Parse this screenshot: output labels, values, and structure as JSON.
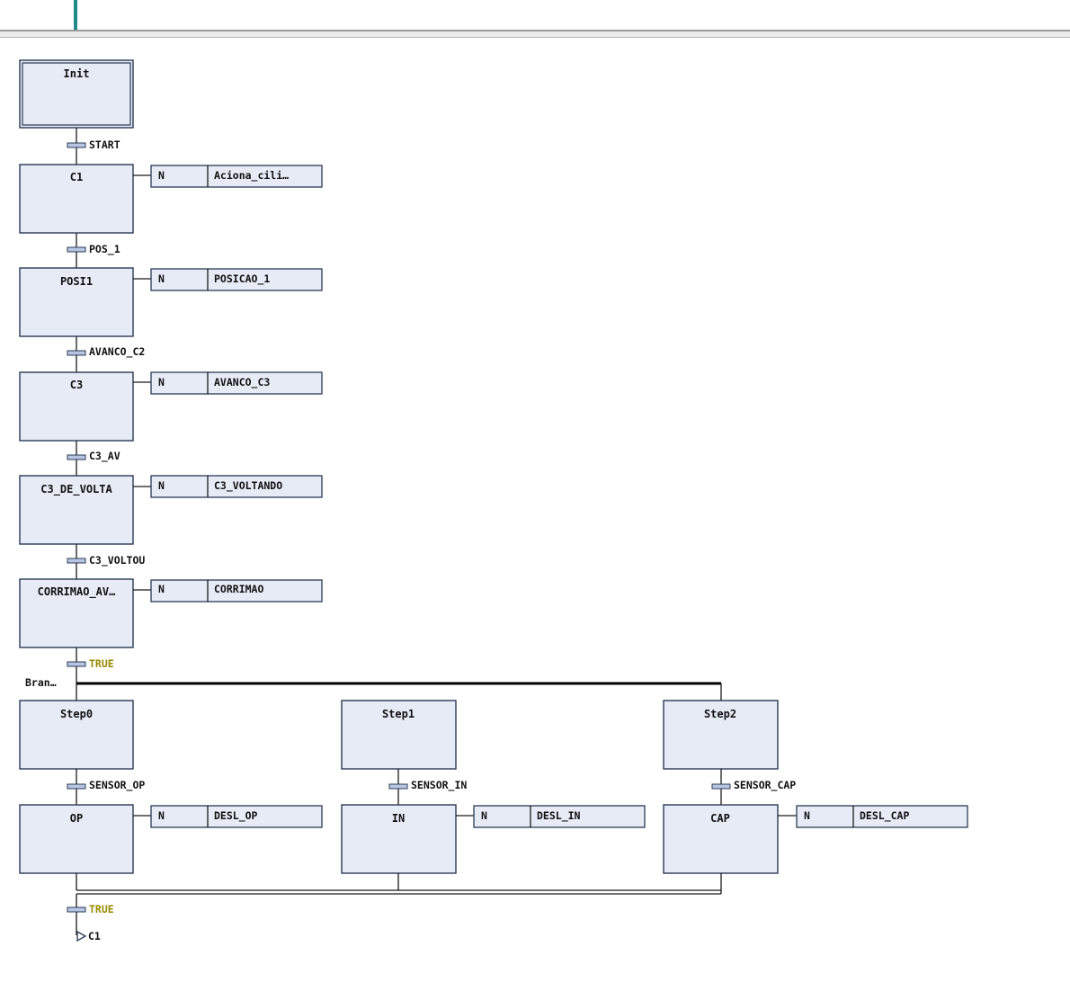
{
  "steps": {
    "init": "Init",
    "c1": "C1",
    "posi1": "POSI1",
    "c3": "C3",
    "c3_de_volta": "C3_DE_VOLTA",
    "corrimao": "CORRIMAO_AV…",
    "step0": "Step0",
    "step1": "Step1",
    "step2": "Step2",
    "op": "OP",
    "in": "IN",
    "cap": "CAP"
  },
  "transitions": {
    "start": "START",
    "pos_1": "POS_1",
    "avanco_c2": "AVANCO_C2",
    "c3_av": "C3_AV",
    "c3_voltou": "C3_VOLTOU",
    "true_1": "TRUE",
    "sensor_op": "SENSOR_OP",
    "sensor_in": "SENSOR_IN",
    "sensor_cap": "SENSOR_CAP",
    "true_2": "TRUE"
  },
  "actions": {
    "c1": {
      "qualifier": "N",
      "name": "Aciona_cili…"
    },
    "posi1": {
      "qualifier": "N",
      "name": "POSICAO_1"
    },
    "c3": {
      "qualifier": "N",
      "name": "AVANCO_C3"
    },
    "c3_de_volta": {
      "qualifier": "N",
      "name": "C3_VOLTANDO"
    },
    "corrimao": {
      "qualifier": "N",
      "name": "CORRIMAO"
    },
    "op": {
      "qualifier": "N",
      "name": "DESL_OP"
    },
    "in": {
      "qualifier": "N",
      "name": "DESL_IN"
    },
    "cap": {
      "qualifier": "N",
      "name": "DESL_CAP"
    }
  },
  "branch_label": "Bran…",
  "jump_target": "C1",
  "colors": {
    "step_fill": "#e6ebf6",
    "step_border": "#2b3a55",
    "true_text": "#9a8a00",
    "accent": "#1f8a8a"
  }
}
